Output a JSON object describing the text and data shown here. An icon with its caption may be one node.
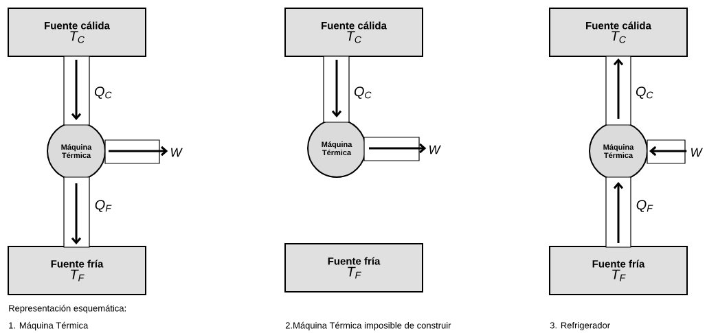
{
  "diagram": {
    "nodes": [
      {
        "text": [
          "Fuente cálida",
          "T$_{C}$"
        ]
      },
      {
        "text": [
          "Máquina Térmica"
        ]
      },
      {
        "text": [
          "W"
        ]
      },
      {
        "text": [
          "Fuente fría",
          "T$_{F}$"
        ]
      },
      {
        "text": [
          "Fuente cálida",
          "T$_{C}$"
        ]
      },
      {
        "text": [
          "Máquina Térmica"
        ]
      },
      {
        "text": [
          "W"
        ]
      },
      {
        "text": [
          "Fuente fría",
          "T$_{F}$"
        ]
      },
      {
        "text": [
          "Fuente cálida",
          "T$_{C}$"
        ]
      },
      {
        "text": [
          "Máquina Térmica"
        ]
      },
      {
        "text": [
          "W"
        ]
      },
      {
        "text": [
          "Fuente fría",
          "T$_{F}$"
        ]
      }
    ],
    "edges": [
      {
        "from": 0,
        "to": 1,
        "arrow": "to",
        "label": "Q$_{C}$"
      },
      {
        "from": 1,
        "to": 2,
        "arrow": "to"
      },
      {
        "from": 1,
        "to": 3,
        "arrow": "to",
        "label": "Q$_{F}$"
      },
      {
        "from": 4,
        "to": 5,
        "arrow": "to",
        "label": "Q$_{C}$"
      },
      {
        "from": 5,
        "to": 6,
        "arrow": "to"
      },
      {
        "from": 9,
        "to": 8,
        "arrow": "to",
        "label": "Q$_{C}$"
      },
      {
        "from": 10,
        "to": 9,
        "arrow": "to"
      },
      {
        "from": 11,
        "to": 9,
        "arrow": "to",
        "label": "Q$_{F}$"
      }
    ],
    "labels": [
      "Representación esquemática:",
      "1. Máquina Térmica",
      "2.Máquina Térmica imposible de construir",
      "3. Refrigerador"
    ]
  }
}
